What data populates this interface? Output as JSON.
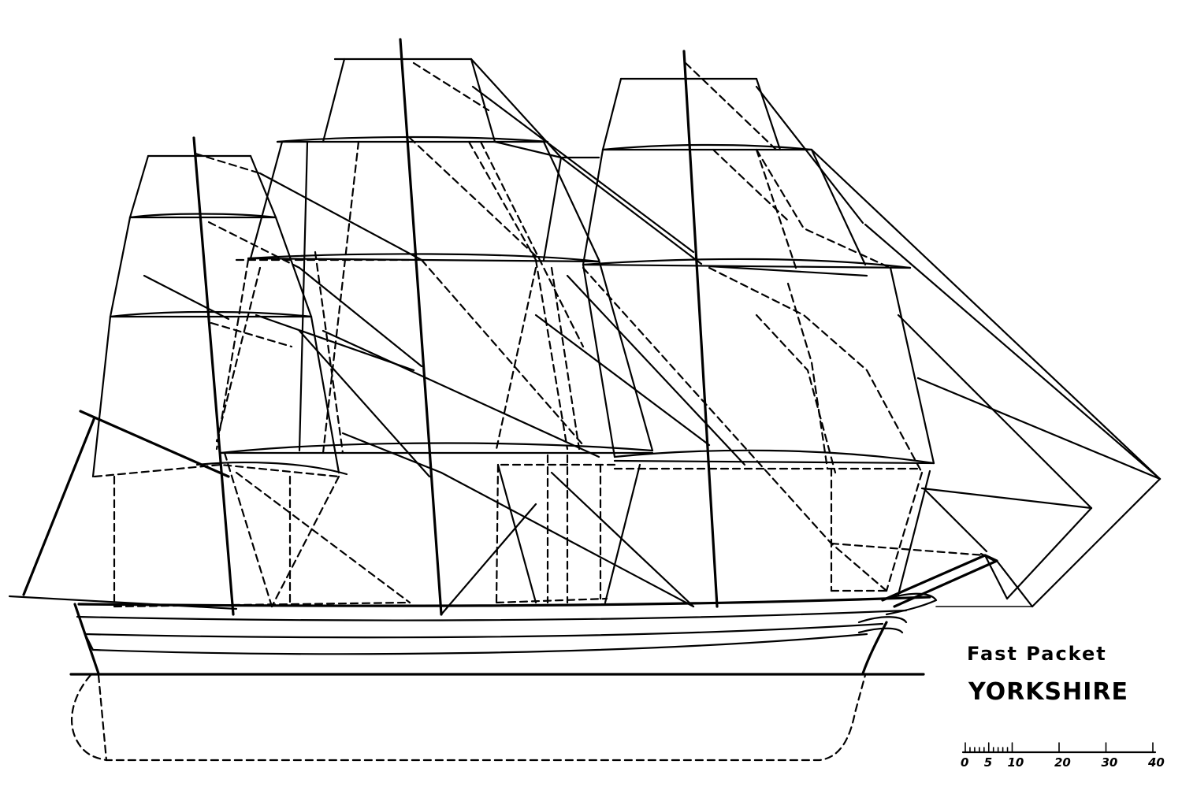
{
  "title": {
    "line1": "Fast Packet",
    "line2": "YORKSHIRE"
  },
  "scale": {
    "labels": [
      "0",
      "5",
      "10",
      "20",
      "30",
      "40"
    ]
  },
  "colors": {
    "ink": "#000000",
    "paper": "#ffffff"
  }
}
